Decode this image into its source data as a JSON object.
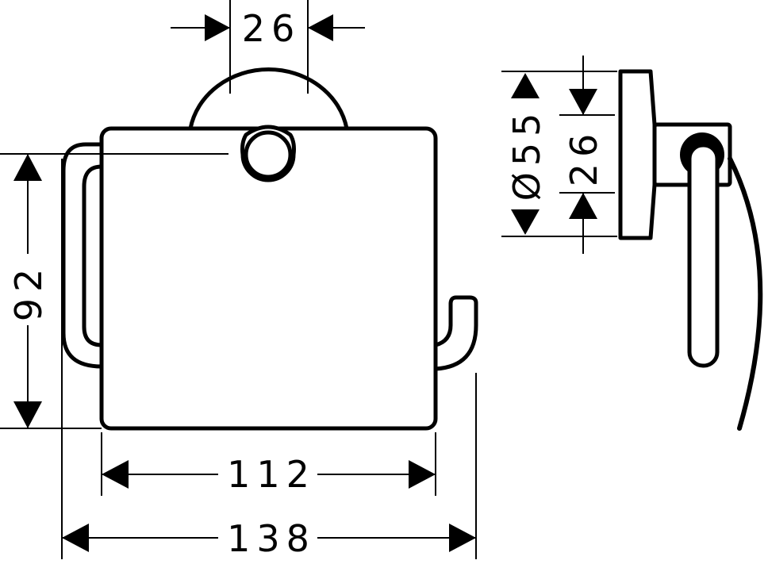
{
  "drawing": {
    "front_view": {
      "top_width_label": "26",
      "height_label": "92",
      "cover_width_label": "112",
      "overall_width_label": "138"
    },
    "side_view": {
      "diameter_label": "Ø55",
      "stem_label": "26"
    },
    "colors": {
      "line": "#000000",
      "background": "#ffffff"
    }
  }
}
